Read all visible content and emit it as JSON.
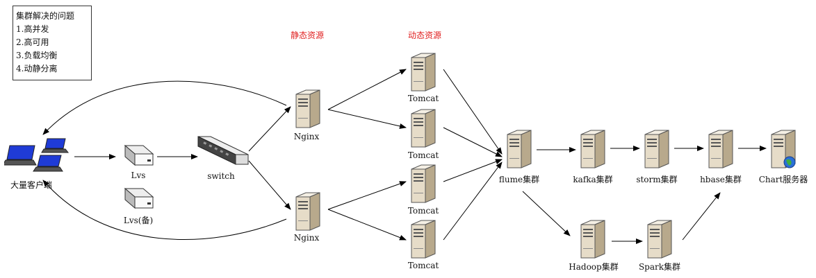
{
  "notes": {
    "title": "集群解决的问题",
    "items": [
      "1.高并发",
      "2.高可用",
      "3.负载均衡",
      "4.动静分离"
    ]
  },
  "headings": {
    "static_res": "静态资源",
    "dynamic_res": "动态资源"
  },
  "labels": {
    "clients": "大量客户端",
    "lvs": "Lvs",
    "lvs_backup": "Lvs(备)",
    "switch": "switch",
    "nginx_top": "Nginx",
    "nginx_bottom": "Nginx",
    "tomcat_1": "Tomcat",
    "tomcat_2": "Tomcat",
    "tomcat_3": "Tomcat",
    "tomcat_4": "Tomcat",
    "flume": "flume集群",
    "kafka": "kafka集群",
    "storm": "storm集群",
    "hbase": "hbase集群",
    "chart": "Chart服务器",
    "hadoop": "Hadoop集群",
    "spark": "Spark集群"
  },
  "colors": {
    "heading_red": "#e02020",
    "server_body": "#e6dcc8",
    "laptop_screen": "#1f3bd6"
  }
}
